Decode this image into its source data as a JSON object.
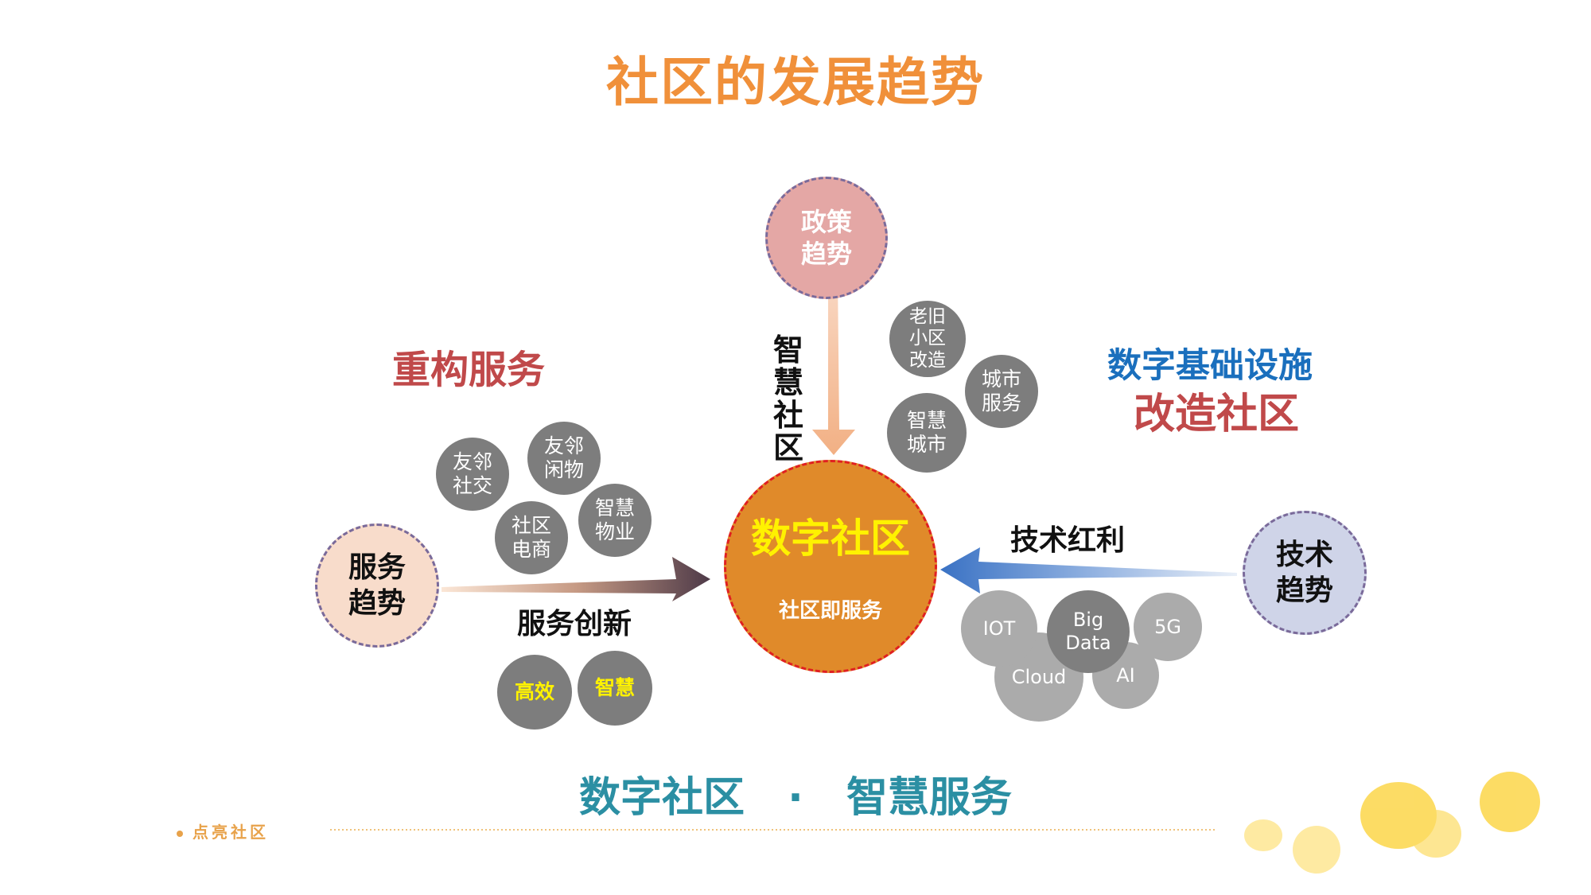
{
  "title": "社区的发展趋势",
  "center": {
    "title": "数字社区",
    "subtitle": "社区即服务"
  },
  "trends": {
    "policy": "政策\n趋势",
    "service": "服务\n趋势",
    "tech": "技术\n趋势"
  },
  "headings": {
    "rebuild": "重构服务",
    "infra": "数字基础设施",
    "transform": "改造社区"
  },
  "arrow_labels": {
    "smart_community": "智慧社区",
    "innovation": "服务创新",
    "dividend": "技术红利"
  },
  "service_topics": [
    "友邻\n社交",
    "友邻\n闲物",
    "社区\n电商",
    "智慧\n物业"
  ],
  "service_values": [
    "高效",
    "智慧"
  ],
  "policy_topics": [
    "老旧\n小区\n改造",
    "城市\n服务",
    "智慧\n城市"
  ],
  "tech_items": [
    "IOT",
    "Big\nData",
    "5G",
    "Cloud",
    "AI"
  ],
  "slogan": {
    "left": "数字社区",
    "sep": "·",
    "right": "智慧服务"
  },
  "footer": {
    "brand": "点亮社区"
  },
  "colors": {
    "title": "#f0903a",
    "rebuild": "#c0494a",
    "infra": "#1a6fbd",
    "center_text": "#fff200",
    "value_text": "#fff200",
    "slogan": "#2b8fa3",
    "policy_fill": "#e4a7a5",
    "service_fill": "#f8dccb",
    "tech_fill": "#cfd4e8",
    "footer": "#e8a24a",
    "blob": "#fcd64a"
  }
}
